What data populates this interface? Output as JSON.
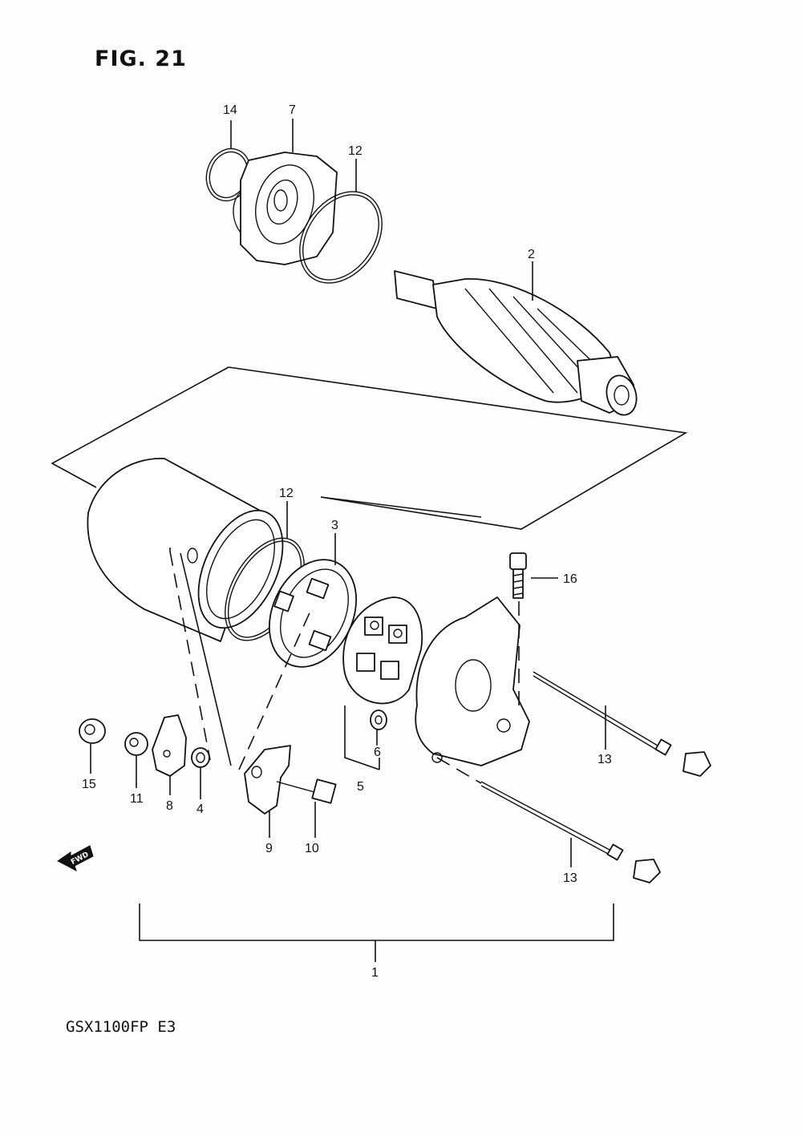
{
  "figure": {
    "title": "FIG. 21",
    "model": "GSX1100FP  E3"
  },
  "fwd": {
    "label": "FWD"
  },
  "callouts": [
    {
      "id": "c14",
      "text": "14"
    },
    {
      "id": "c7",
      "text": "7"
    },
    {
      "id": "c12a",
      "text": "12"
    },
    {
      "id": "c2",
      "text": "2"
    },
    {
      "id": "c12b",
      "text": "12"
    },
    {
      "id": "c3",
      "text": "3"
    },
    {
      "id": "c16",
      "text": "16"
    },
    {
      "id": "c6",
      "text": "6"
    },
    {
      "id": "c5",
      "text": "5"
    },
    {
      "id": "c13a",
      "text": "13"
    },
    {
      "id": "c13b",
      "text": "13"
    },
    {
      "id": "c15",
      "text": "15"
    },
    {
      "id": "c11",
      "text": "11"
    },
    {
      "id": "c8",
      "text": "8"
    },
    {
      "id": "c4",
      "text": "4"
    },
    {
      "id": "c9",
      "text": "9"
    },
    {
      "id": "c10",
      "text": "10"
    },
    {
      "id": "c1",
      "text": "1"
    }
  ]
}
